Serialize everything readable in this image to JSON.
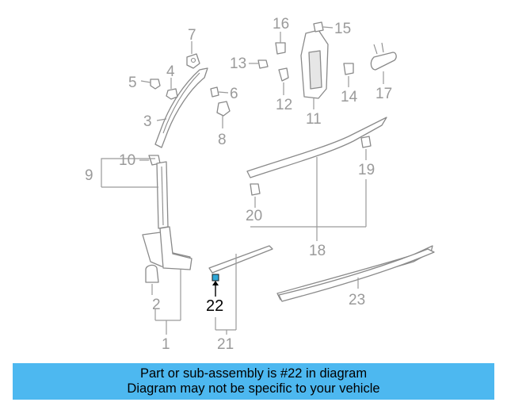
{
  "diagram": {
    "callouts": {
      "c1": "1",
      "c2": "2",
      "c3": "3",
      "c4": "4",
      "c5": "5",
      "c6": "6",
      "c7": "7",
      "c8": "8",
      "c9": "9",
      "c10": "10",
      "c11": "11",
      "c12": "12",
      "c13": "13",
      "c14": "14",
      "c15": "15",
      "c16": "16",
      "c17": "17",
      "c18": "18",
      "c19": "19",
      "c20": "20",
      "c21": "21",
      "c22": "22",
      "c23": "23"
    },
    "highlighted_part": "22",
    "highlight_color": "#000000",
    "part_highlight_color": "#2fa8d8"
  },
  "banner": {
    "line1": "Part or sub-assembly is #22 in diagram",
    "line2": "Diagram may not be specific to your vehicle",
    "background_color": "#4db8f0"
  }
}
